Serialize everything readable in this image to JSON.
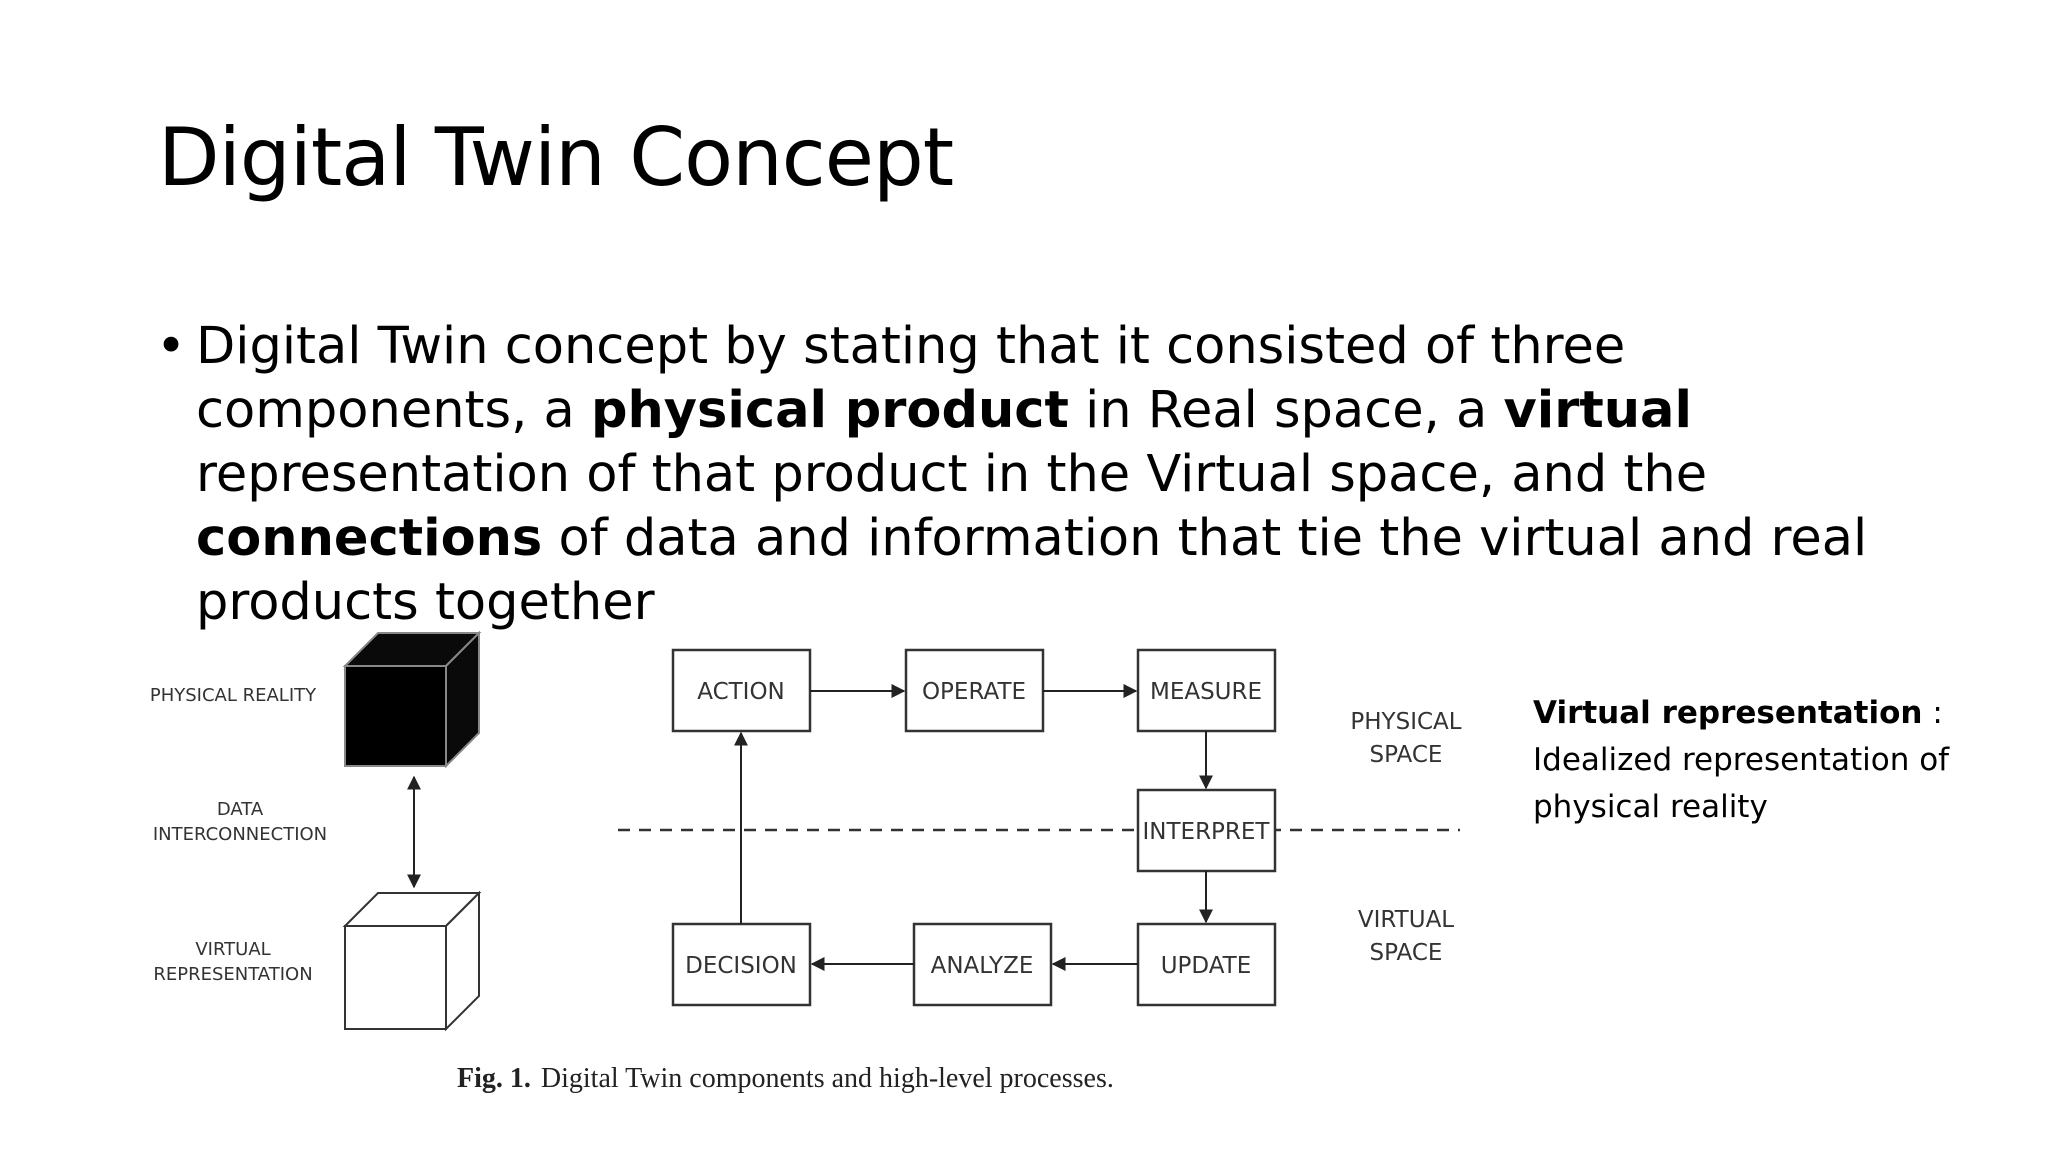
{
  "slide": {
    "title": "Digital Twin Concept",
    "bullet": {
      "t1": "Digital Twin concept by stating that it consisted of three components, a ",
      "b1": "physical product",
      "t2": " in Real space, a ",
      "b2": "virtual",
      "t3": " representation of that product in the Virtual space, and the ",
      "b3": "connections",
      "t4": " of data and information that tie the virtual and real products together"
    },
    "side_note": {
      "bold": "Virtual representation",
      "colon": " :",
      "line1": "Idealized representation of",
      "line2": "physical reality"
    }
  },
  "figure": {
    "left_labels": {
      "physical_reality": "PHYSICAL REALITY",
      "data_1": "DATA",
      "data_2": "INTERCONNECTION",
      "virtual_1": "VIRTUAL",
      "virtual_2": "REPRESENTATION"
    },
    "boxes": {
      "action": "ACTION",
      "operate": "OPERATE",
      "measure": "MEASURE",
      "interpret": "INTERPRET",
      "update": "UPDATE",
      "analyze": "ANALYZE",
      "decision": "DECISION"
    },
    "space_labels": {
      "physical_1": "PHYSICAL",
      "physical_2": "SPACE",
      "virtual_1": "VIRTUAL",
      "virtual_2": "SPACE"
    },
    "caption": {
      "label": "Fig. 1.",
      "text": "Digital Twin components and high-level processes."
    }
  }
}
